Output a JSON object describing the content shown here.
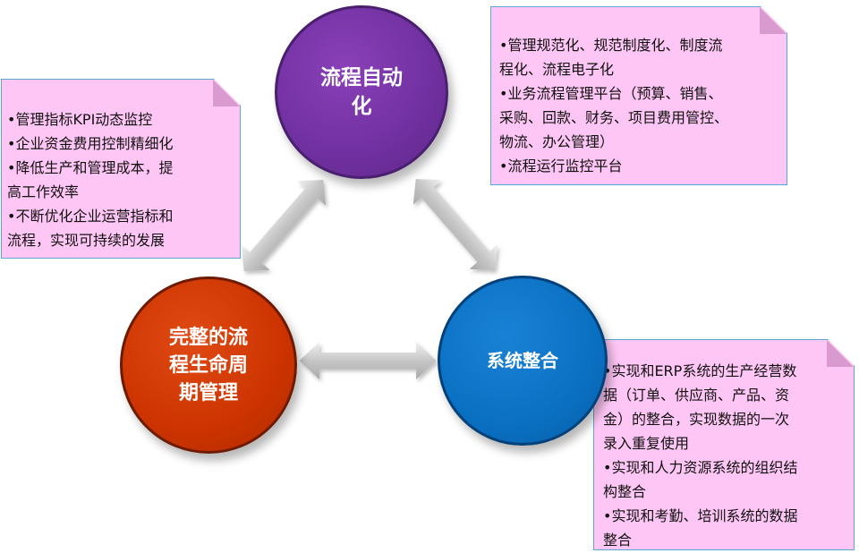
{
  "nodes": {
    "automation": [
      "流程自动",
      "化"
    ],
    "lifecycle": [
      "完整的流",
      "程生命周",
      "期管理"
    ],
    "integration": [
      "系统整合"
    ]
  },
  "cards": {
    "left": [
      "•管理指标KPI动态监控",
      "•企业资金费用控制精细化",
      "•降低生产和管理成本，提",
      "高工作效率",
      "•不断优化企业运营指标和",
      "流程，实现可持续的发展"
    ],
    "top": [
      "•管理规范化、规范制度化、制度流",
      "程化、流程电子化",
      "•业务流程管理平台（预算、销售、",
      "采购、回款、财务、项目费用管控、",
      "物流、办公管理）",
      "•流程运行监控平台"
    ],
    "right": [
      "•实现和ERP系统的生产经营数",
      "据（订单、供应商、产品、资",
      "金）的整合，实现数据的一次",
      "录入重复使用",
      "•实现和人力资源系统的组织结",
      "构整合",
      "•实现和考勤、培训系统的数据",
      "整合"
    ]
  },
  "colors": {
    "automation": "#7030a0",
    "lifecycle": "#cc3300",
    "integration": "#0a70c2",
    "card_fill": "#fec6f5",
    "card_border": "#5aa7cf",
    "arrow": "#c8c8c8"
  }
}
